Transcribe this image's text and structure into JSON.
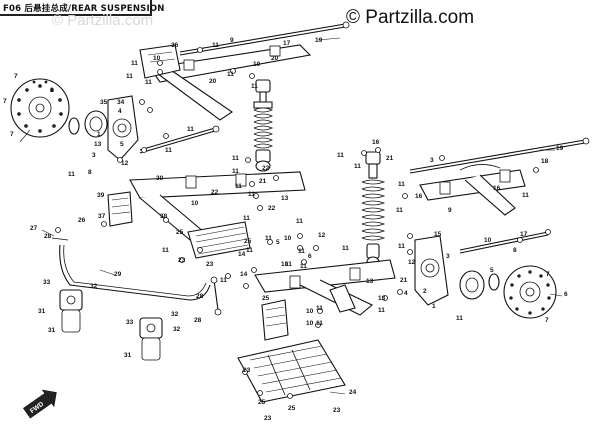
{
  "header": {
    "title": "F06 后悬挂总成/REAR SUSPENSION"
  },
  "watermarks": {
    "left": "© Partzilla.com",
    "right": "© Partzilla.com"
  },
  "direction_badge": "FWD",
  "callouts": [
    {
      "id": "c1",
      "text": "1"
    },
    {
      "id": "c2",
      "text": "2"
    },
    {
      "id": "c3",
      "text": "3"
    },
    {
      "id": "c4",
      "text": "4"
    },
    {
      "id": "c5",
      "text": "5"
    },
    {
      "id": "c6",
      "text": "6"
    },
    {
      "id": "c7",
      "text": "7"
    },
    {
      "id": "c8",
      "text": "8"
    },
    {
      "id": "c9",
      "text": "9"
    },
    {
      "id": "c10",
      "text": "10"
    },
    {
      "id": "c11",
      "text": "11"
    },
    {
      "id": "c12",
      "text": "12"
    },
    {
      "id": "c13",
      "text": "13"
    },
    {
      "id": "c14",
      "text": "14"
    },
    {
      "id": "c15",
      "text": "15"
    },
    {
      "id": "c16",
      "text": "16"
    },
    {
      "id": "c17",
      "text": "17"
    },
    {
      "id": "c18",
      "text": "18"
    },
    {
      "id": "c19",
      "text": "19"
    },
    {
      "id": "c20",
      "text": "20"
    },
    {
      "id": "c21",
      "text": "21"
    },
    {
      "id": "c22",
      "text": "22"
    },
    {
      "id": "c23",
      "text": "23"
    },
    {
      "id": "c24",
      "text": "24"
    },
    {
      "id": "c25",
      "text": "25"
    },
    {
      "id": "c26",
      "text": "26"
    },
    {
      "id": "c27",
      "text": "27"
    },
    {
      "id": "c28",
      "text": "28"
    },
    {
      "id": "c29",
      "text": "29"
    },
    {
      "id": "c30",
      "text": "30"
    },
    {
      "id": "c31",
      "text": "31"
    },
    {
      "id": "c32",
      "text": "32"
    },
    {
      "id": "c33",
      "text": "33"
    },
    {
      "id": "c34",
      "text": "34"
    },
    {
      "id": "c35",
      "text": "35"
    },
    {
      "id": "c36",
      "text": "36"
    },
    {
      "id": "c37",
      "text": "37"
    },
    {
      "id": "c38",
      "text": "38"
    },
    {
      "id": "c39",
      "text": "39"
    }
  ]
}
